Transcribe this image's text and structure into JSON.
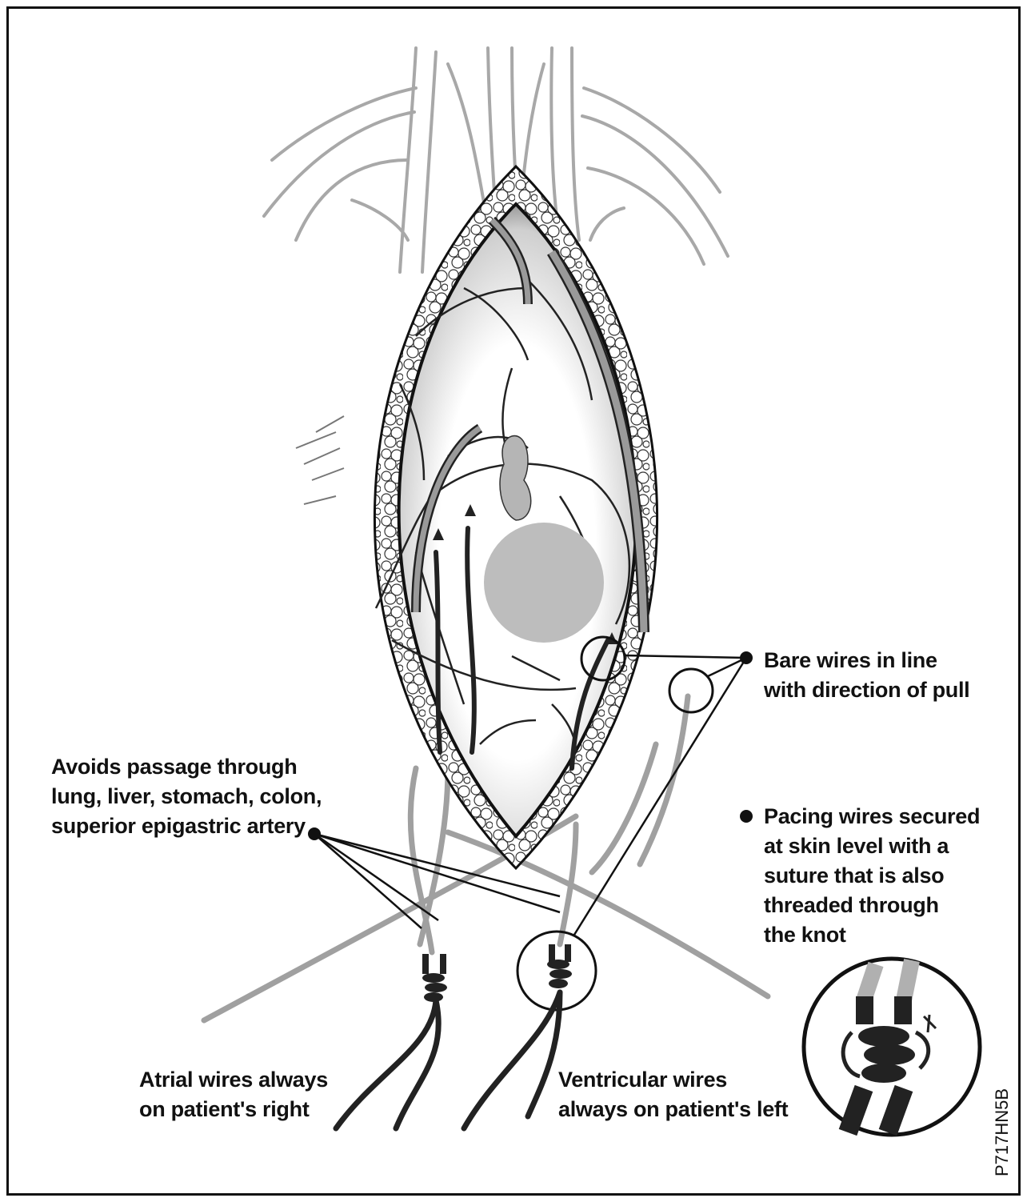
{
  "labels": {
    "bare_wires": [
      "Bare wires in line",
      "with direction of pull"
    ],
    "avoids": [
      "Avoids passage through",
      "lung, liver, stomach, colon,",
      "superior epigastric artery"
    ],
    "pacing": [
      "Pacing wires secured",
      "at skin level with a",
      "suture that is also",
      "threaded through",
      "the knot"
    ],
    "atrial": [
      "Atrial wires always",
      "on patient's right"
    ],
    "ventricular": [
      "Ventricular wires",
      "always on patient's left"
    ]
  },
  "figure_code": "P717HN5B",
  "icons": [
    "bullet-dot-icon",
    "knot-detail-icon"
  ],
  "colors": {
    "ink": "#111111",
    "gray_vessel": "#9a9a9a",
    "heart_gray": "#bdbdbd"
  }
}
